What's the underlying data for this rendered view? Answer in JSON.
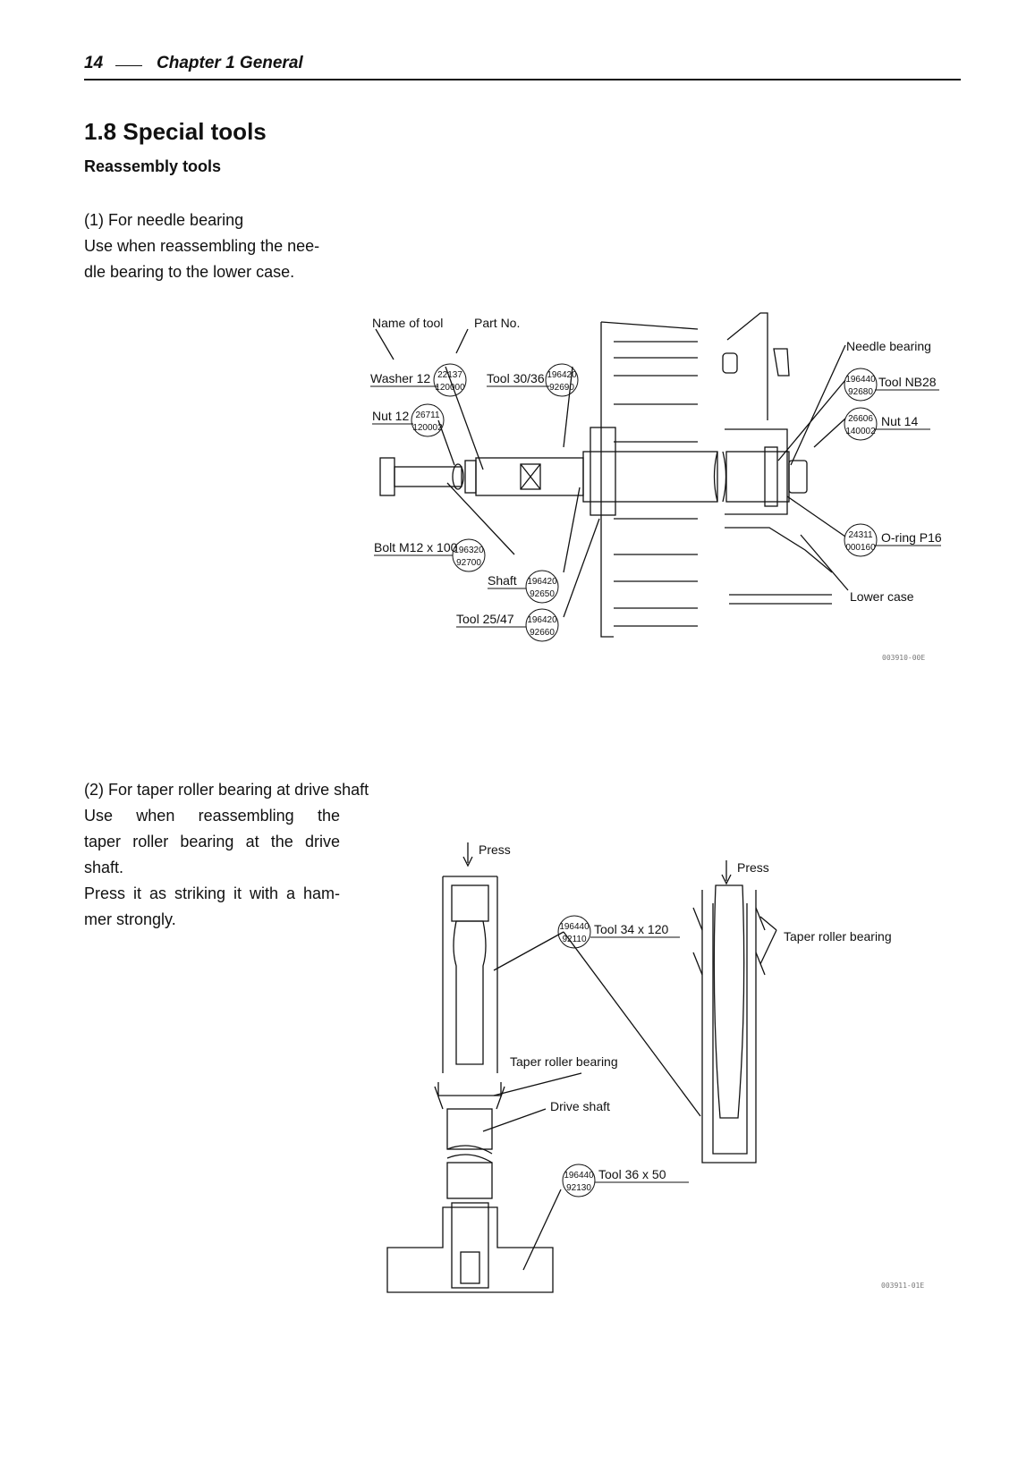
{
  "header": {
    "page_number": "14",
    "chapter": "Chapter 1  General"
  },
  "section": {
    "title": "1.8 Special tools",
    "subtitle": "Reassembly tools"
  },
  "item1": {
    "heading": "(1) For needle bearing",
    "body_lines": [
      "Use when reassembling the nee-",
      "dle bearing to the lower case."
    ]
  },
  "item2": {
    "heading": "(2) For taper roller bearing at drive shaft",
    "body_lines": [
      "Use when reassembling the",
      "taper roller bearing at the drive",
      "shaft.",
      "Press it as striking it with a ham-",
      "mer strongly."
    ]
  },
  "fig1": {
    "name_of_tool": "Name of tool",
    "part_no": "Part No.",
    "needle_bearing": "Needle bearing",
    "lower_case": "Lower case",
    "code": "003910-00E",
    "parts": [
      {
        "name": "Washer 12",
        "top": "22137",
        "bottom": "120000"
      },
      {
        "name": "Tool 30/36",
        "top": "196420",
        "bottom": "92690"
      },
      {
        "name": "Nut 12",
        "top": "26711",
        "bottom": "120002"
      },
      {
        "name": "Bolt M12 x 100",
        "top": "196320",
        "bottom": "92700"
      },
      {
        "name": "Shaft",
        "top": "196420",
        "bottom": "92650"
      },
      {
        "name": "Tool 25/47",
        "top": "196420",
        "bottom": "92660"
      },
      {
        "name": "Tool NB28",
        "top": "196440",
        "bottom": "92680"
      },
      {
        "name": "Nut 14",
        "top": "26606",
        "bottom": "140002"
      },
      {
        "name": "O-ring P16",
        "top": "24311",
        "bottom": "000160"
      }
    ]
  },
  "fig2": {
    "press": "Press",
    "taper_roller_bearing": "Taper roller bearing",
    "drive_shaft": "Drive shaft",
    "code": "003911-01E",
    "parts": [
      {
        "name": "Tool 34 x 120",
        "top": "196440",
        "bottom": "92110"
      },
      {
        "name": "Tool 36 x 50",
        "top": "196440",
        "bottom": "92130"
      }
    ]
  }
}
